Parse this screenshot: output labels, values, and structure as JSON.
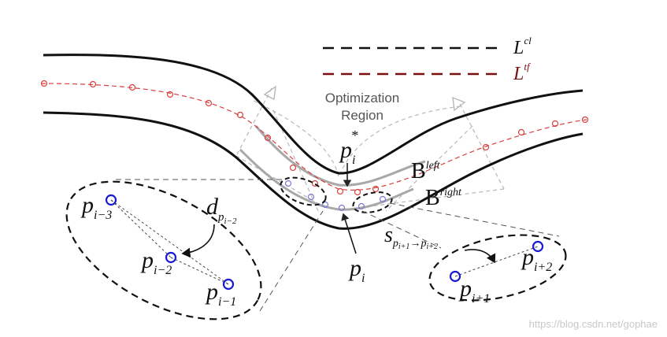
{
  "legend": {
    "centerline_label": "L",
    "centerline_sup": "cl",
    "trajectory_label": "L",
    "trajectory_sup": "tf",
    "centerline_color": "#111111",
    "trajectory_color": "#7a1010"
  },
  "region": {
    "line1": "Optimization",
    "line2": "Region"
  },
  "labels": {
    "p_star_base": "p",
    "p_star_sub": "i",
    "p_star_sup": "*",
    "p_i_base": "p",
    "p_i_sub": "i",
    "b_left_base": "B",
    "b_left_sup": "left",
    "b_right_base": "B",
    "b_right_sup": "right",
    "d_base": "d",
    "d_sub": "p",
    "d_subsub": "i−2",
    "s_base": "s",
    "s_sub": "p",
    "s_sub1": "i+1",
    "s_arrow": "→",
    "s_sub2": "p",
    "s_sub3": "i+2"
  },
  "left_callout": {
    "p_im3_base": "p",
    "p_im3_sub": "i−3",
    "p_im2_base": "p",
    "p_im2_sub": "i−2",
    "p_im1_base": "p",
    "p_im1_sub": "i−1"
  },
  "right_callout": {
    "p_ip1_base": "p",
    "p_ip1_sub": "i+1",
    "p_ip2_base": "p",
    "p_ip2_sub": "i+2"
  },
  "watermark": "https://blog.csdn.net/gophae",
  "colors": {
    "road": "#111111",
    "trajectory": "#d9403f",
    "bound": "#a8a8a8",
    "region": "#b8b8b8",
    "point_blue": "#1a1ad6",
    "point_blue_light": "#7a7ad8"
  }
}
